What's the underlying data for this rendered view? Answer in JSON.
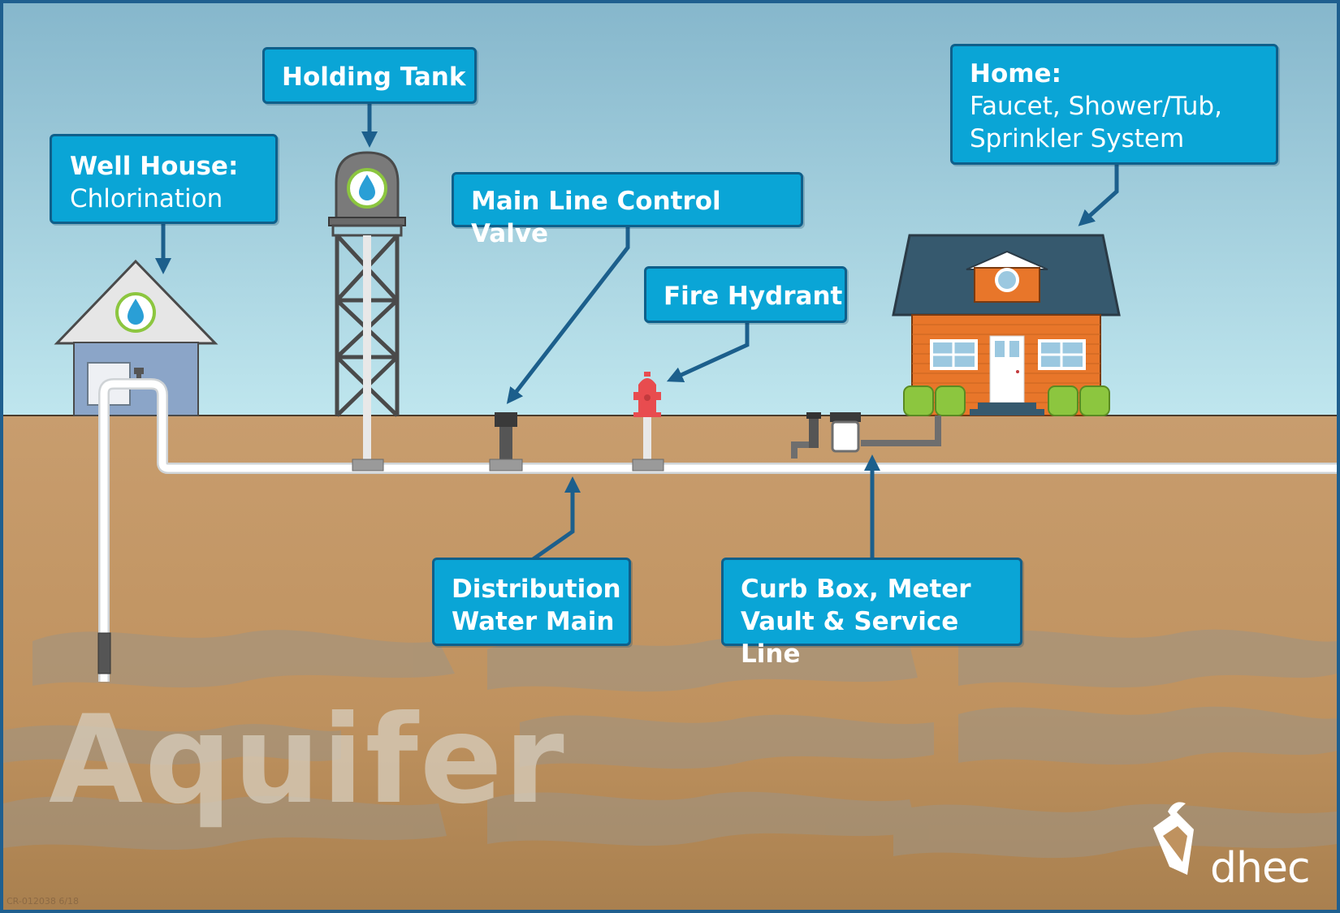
{
  "callouts": {
    "well_house": {
      "title": "Well House:",
      "detail": "Chlorination"
    },
    "holding_tank": {
      "title": "Holding Tank"
    },
    "main_line_valve": {
      "title": "Main Line Control Valve"
    },
    "fire_hydrant": {
      "title": "Fire Hydrant"
    },
    "home": {
      "title": "Home:",
      "detail_line1": "Faucet, Shower/Tub,",
      "detail_line2": "Sprinkler System"
    },
    "distribution": {
      "line1": "Distribution",
      "line2": "Water Main"
    },
    "curb_box": {
      "line1": "Curb Box, Meter",
      "line2": "Vault & Service Line"
    }
  },
  "aquifer_label": "Aquifer",
  "logo": {
    "name": "dhec"
  },
  "footnote": "CR-012038 6/18",
  "icons": [
    "water-drop-icon",
    "dhec-logo-icon"
  ],
  "colors": {
    "sky_top": "#86b7cc",
    "sky_bottom": "#bfe6ee",
    "ground": "#c49a6c",
    "callout_fill": "#0aa5d6",
    "callout_border": "#0f5f8a",
    "arrow": "#1c5f8c",
    "pipe": "#ffffff",
    "house_orange": "#e8762a",
    "roof": "#3a5a6e",
    "hydrant": "#e84c4f",
    "bush": "#8cc63f"
  }
}
